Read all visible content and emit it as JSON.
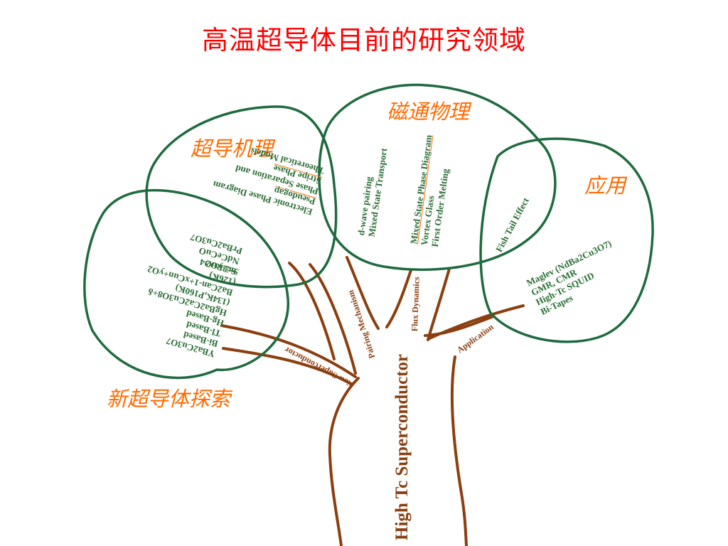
{
  "title": "高温超导体目前的研究领域",
  "categories": {
    "mechanism": "超导机理",
    "flux": "磁通物理",
    "application": "应用",
    "new": "新超导体探索"
  },
  "topics": {
    "mechanism": [
      "Electronic Phase Diagram",
      "Pseudogap",
      "Phase Separation and",
      "Stripe Phase",
      "Theoretical Models"
    ],
    "mechanism_materials": [
      "Sr2RuO4",
      "NdCeCuO",
      "PrBa2Cu3O7"
    ],
    "flux_left": [
      "d-wave pairing",
      "Mixed State Transport"
    ],
    "flux_right": [
      "Mixed State Phase Diagram",
      "Vortex Glass",
      "First Order Melting"
    ],
    "fishtail": "Fish Tail Effect",
    "application": [
      "Maglev (NdBa2Cu3O7)",
      "GMR, CMR",
      "High-Tc SQUID",
      "Bi-Tapes"
    ],
    "new": [
      "YBa2Cu3O7",
      "Bi-Based",
      "Tl-Based",
      "Hg-Based",
      "HgBa2Ca2Cu3O8+δ",
      "(134K,P160K)",
      "Ba2Can-1+xCun+yO2",
      "(126K)",
      "Sr2-yO2"
    ]
  },
  "branches": {
    "new": "New Superconductor",
    "pairing": "Pairing Mechanism",
    "flux": "Flux Dynamics",
    "application": "Application"
  },
  "trunk": "High Tc Superconductor",
  "colors": {
    "title": "#ff0000",
    "category": "#ff6a00",
    "leaf": "#2c6e35",
    "branch": "#8b3f10"
  }
}
